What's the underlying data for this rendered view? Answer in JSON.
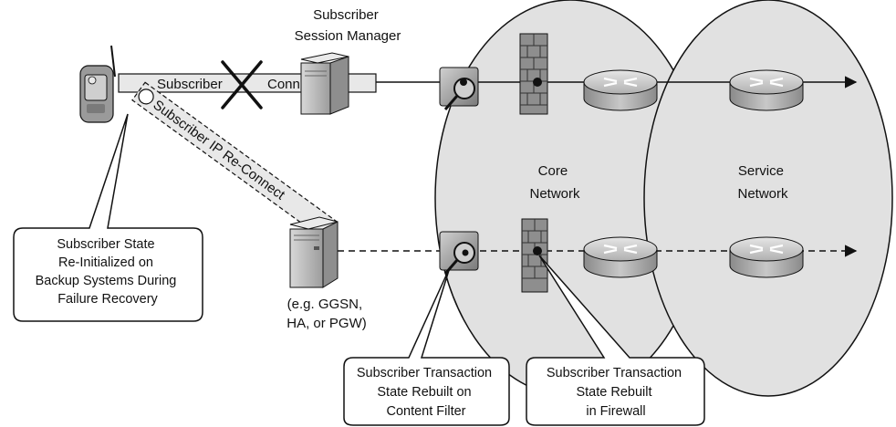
{
  "labels": {
    "session_manager_line1": "Subscriber",
    "session_manager_line2": "Session Manager",
    "subscriber_connection": "Subscriber",
    "connection_word": "Connection",
    "reconnect": "Subscriber IP Re-Connect",
    "core_network_line1": "Core",
    "core_network_line2": "Network",
    "service_network_line1": "Service",
    "service_network_line2": "Network",
    "backup_eg_line1": "(e.g. GGSN,",
    "backup_eg_line2": "HA, or PGW)"
  },
  "callouts": {
    "subscriber_state": [
      "Subscriber State",
      "Re-Initialized on",
      "Backup Systems During",
      "Failure Recovery"
    ],
    "content_filter": [
      "Subscriber Transaction",
      "State Rebuilt on",
      "Content Filter"
    ],
    "firewall": [
      "Subscriber Transaction",
      "State Rebuilt",
      "in Firewall"
    ]
  },
  "colors": {
    "ellipse_fill": "#e1e1e1",
    "device_gray": "#9a9a9a",
    "band_fill": "#e8e8e8",
    "line": "#111111"
  },
  "icons": [
    "mobile-phone-icon",
    "server-icon",
    "content-filter-icon",
    "firewall-icon",
    "router-icon",
    "failure-x-icon"
  ]
}
